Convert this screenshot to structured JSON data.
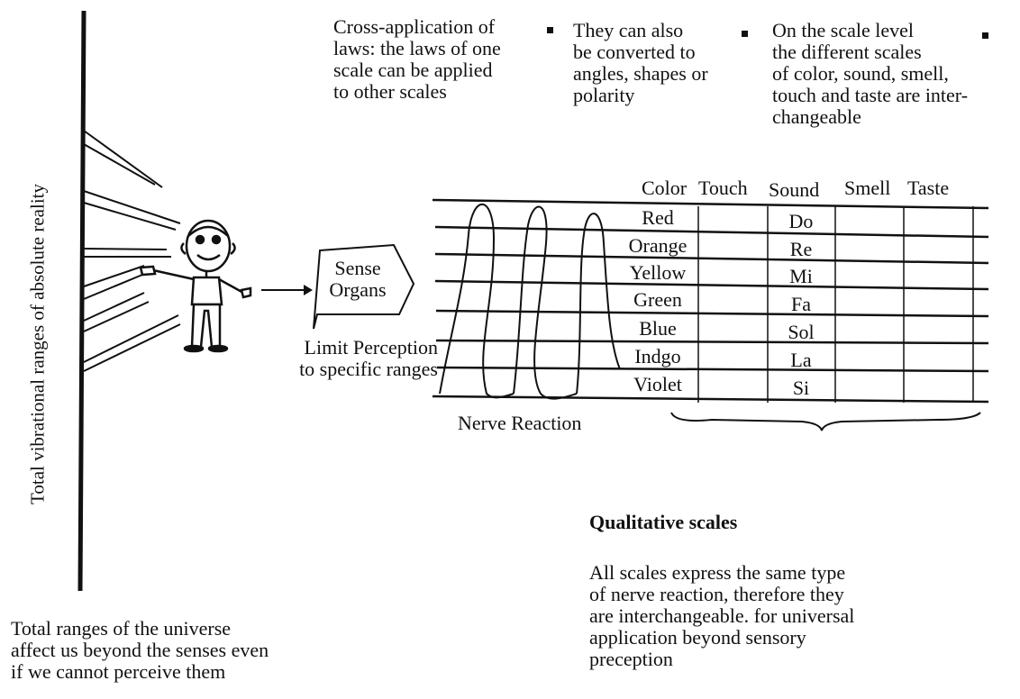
{
  "absolute_reality_label": "Total vibrational ranges of absolute reality",
  "universe_note": "Total ranges of the universe\naffect us beyond the senses even\nif we cannot perceive them",
  "sense_organs_label": "Sense\nOrgans",
  "limit_perception": "Limit Perception\nto specific ranges",
  "nerve_reaction": "Nerve Reaction",
  "top_notes": [
    "Cross-application of\nlaws: the laws of one\nscale can be applied\nto other scales",
    "They can also\nbe converted to\nangles, shapes or\npolarity",
    "On the scale level\nthe different scales\nof color, sound, smell,\ntouch and taste are inter-\nchangeable"
  ],
  "table": {
    "headers": [
      "Color",
      "Touch",
      "Sound",
      "Smell",
      "Taste"
    ],
    "colors": [
      "Red",
      "Orange",
      "Yellow",
      "Green",
      "Blue",
      "Indgo",
      "Violet"
    ],
    "notes": [
      "Do",
      "Re",
      "Mi",
      "Fa",
      "Sol",
      "La",
      "Si"
    ]
  },
  "qualitative": {
    "heading": "Qualitative scales",
    "body": "All scales express the same type\nof nerve reaction, therefore they\nare interchangeable. for universal\napplication beyond sensory\npreception"
  }
}
